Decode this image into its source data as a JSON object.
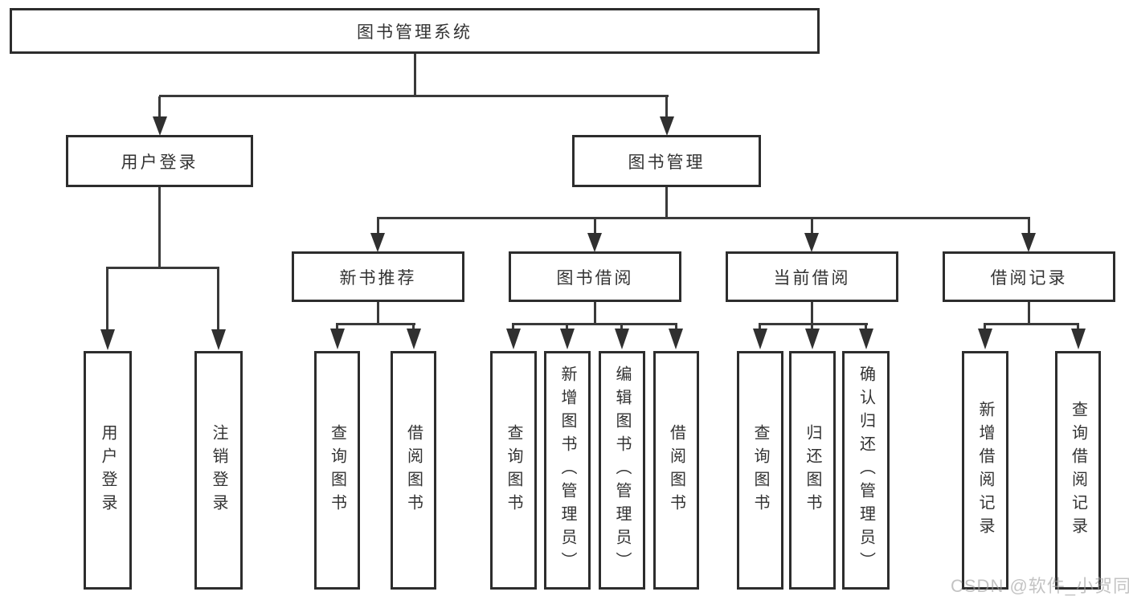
{
  "diagram": {
    "root": {
      "label": "图书管理系统"
    },
    "branches": [
      {
        "label": "用户登录",
        "children": [
          "用户登录",
          "注销登录"
        ]
      },
      {
        "label": "图书管理",
        "groups": [
          {
            "label": "新书推荐",
            "children": [
              "查询图书",
              "借阅图书"
            ]
          },
          {
            "label": "图书借阅",
            "children": [
              "查询图书",
              "新增图书（管理员）",
              "编辑图书（管理员）",
              "借阅图书"
            ]
          },
          {
            "label": "当前借阅",
            "children": [
              "查询图书",
              "归还图书",
              "确认归还（管理员）"
            ]
          },
          {
            "label": "借阅记录",
            "children": [
              "新增借阅记录",
              "查询借阅记录"
            ]
          }
        ]
      }
    ]
  },
  "watermark": "CSDN @软件_小贺同学",
  "colors": {
    "background": "#ffffff",
    "box_border": "#2d2d2d",
    "line": "#3a3a3a",
    "text": "#333333",
    "watermark": "#bdbdbd"
  }
}
